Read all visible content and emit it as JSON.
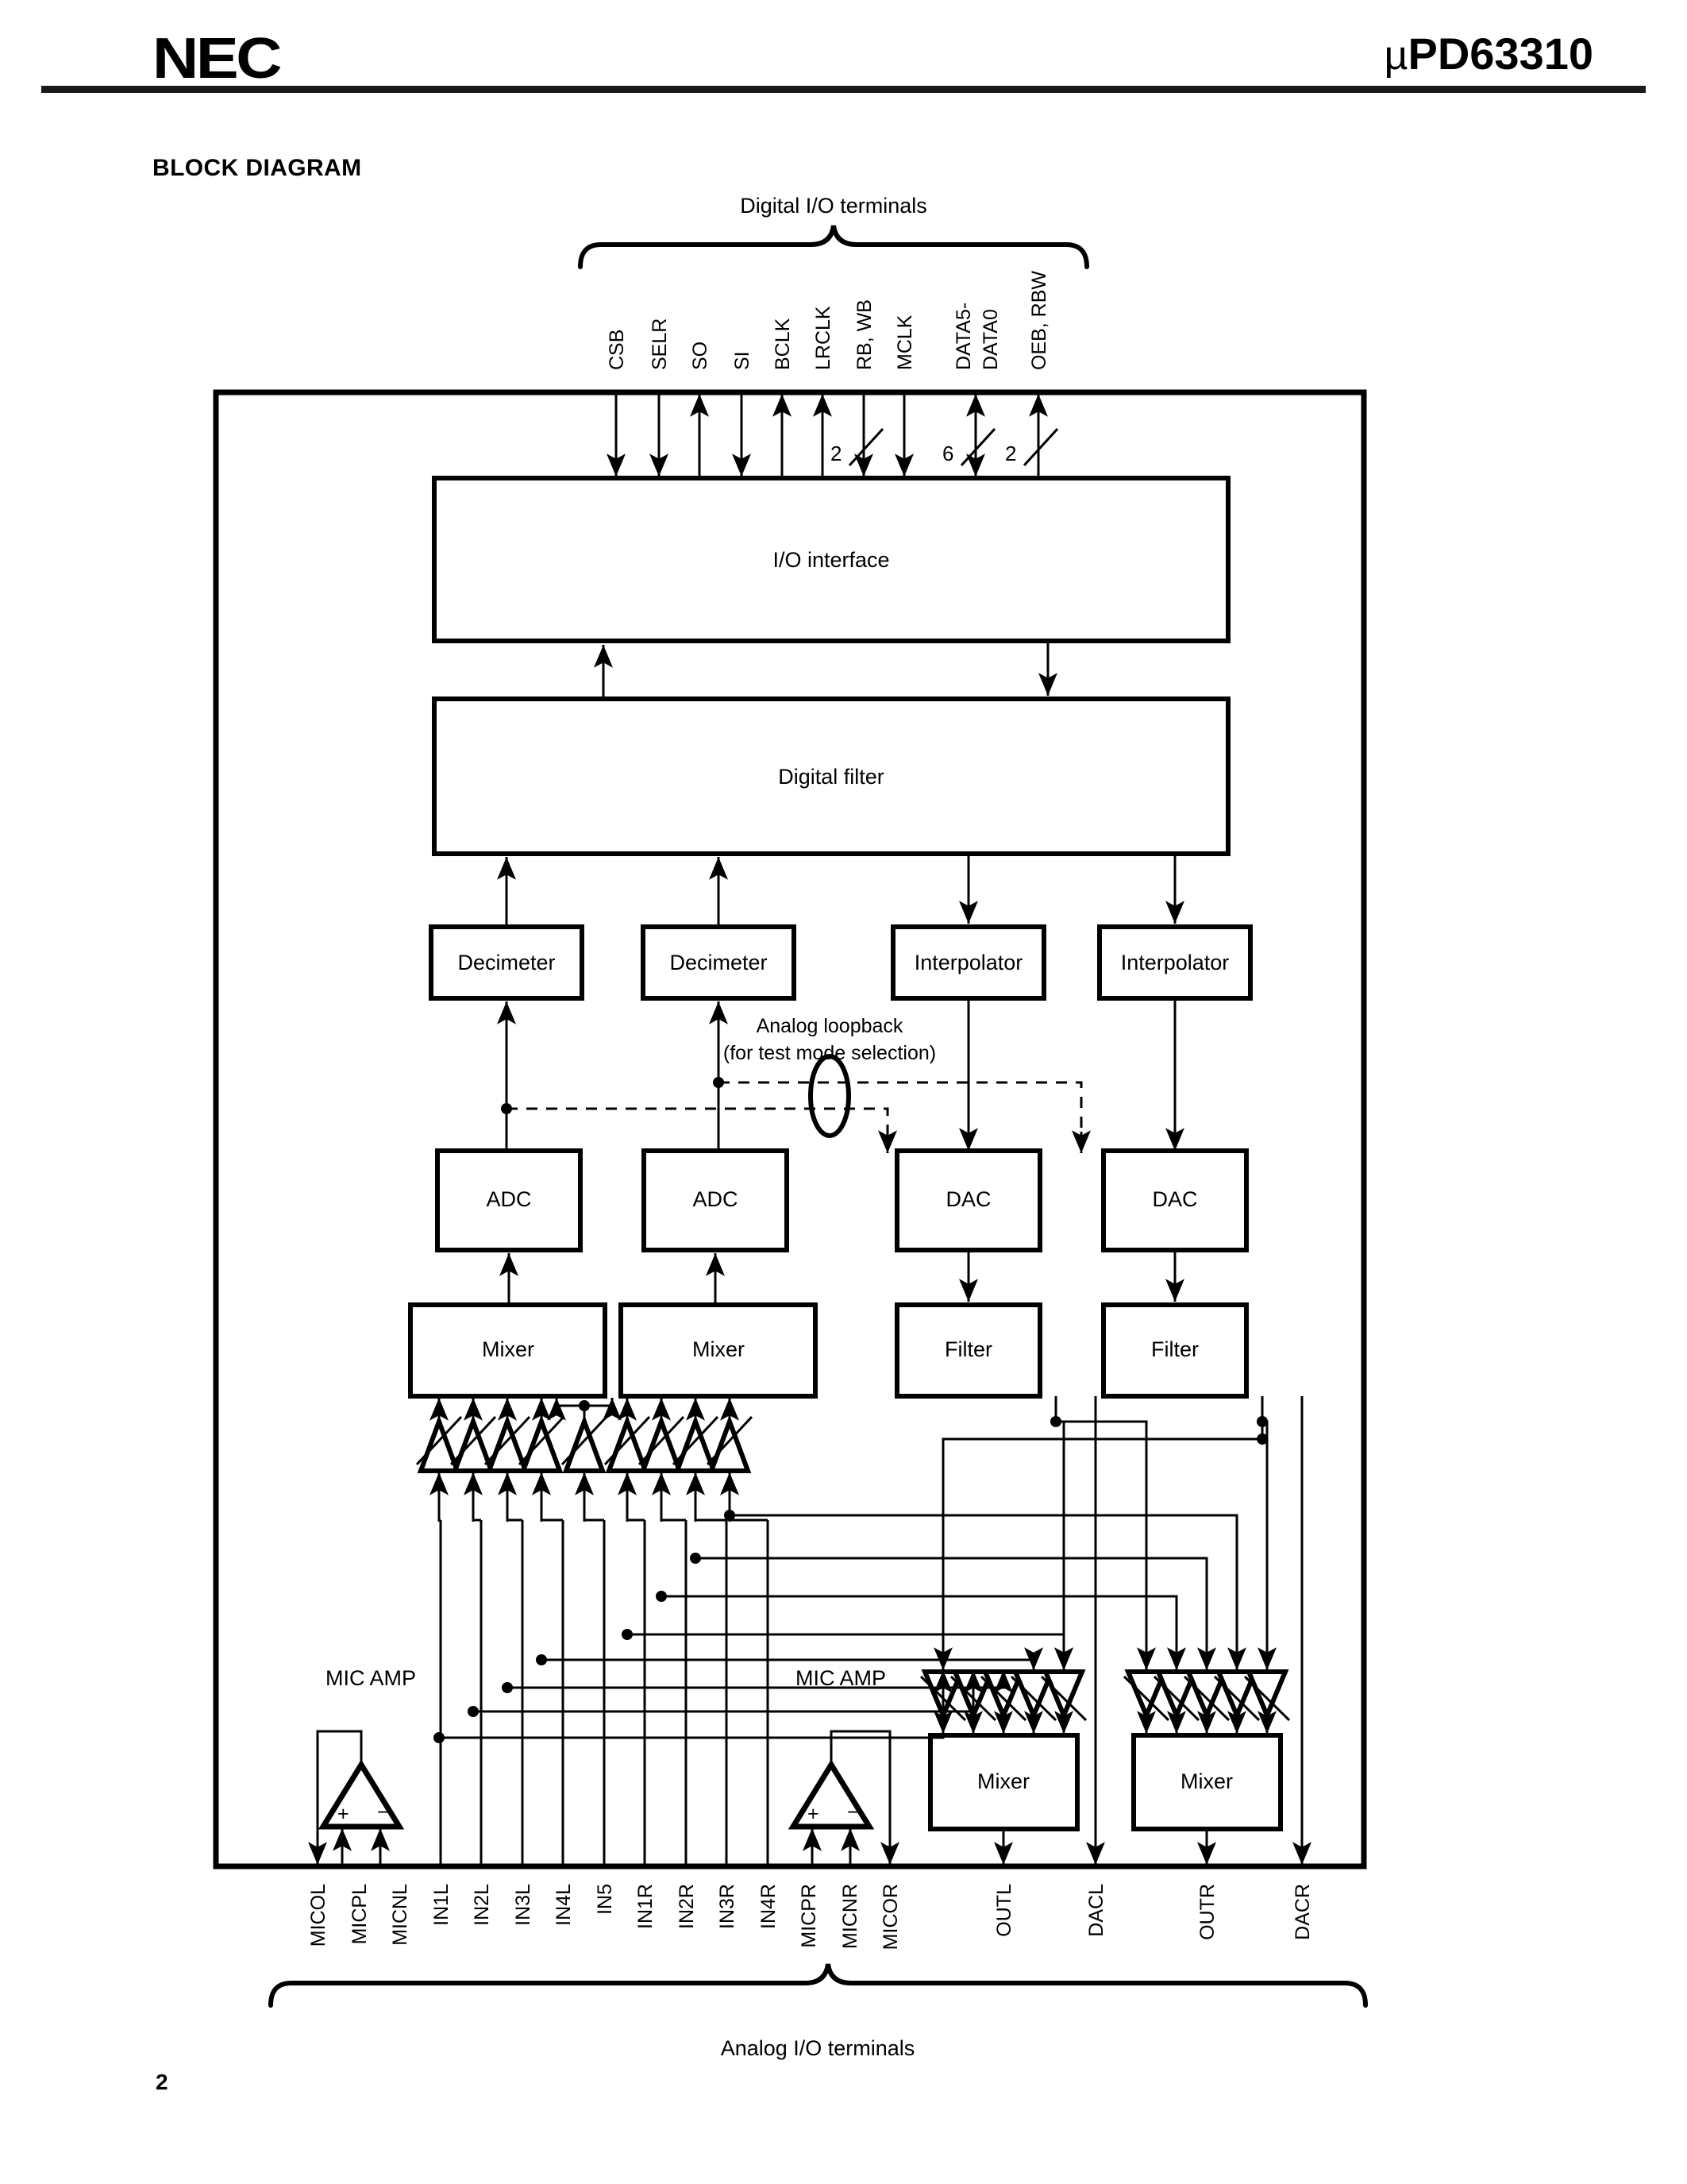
{
  "header": {
    "brand": "NEC",
    "part_number": "PD63310",
    "part_number_prefix": "µ",
    "section_title": "BLOCK DIAGRAM",
    "page_number": "2"
  },
  "captions": {
    "digital_terminals": "Digital I/O terminals",
    "analog_terminals": "Analog I/O terminals",
    "loopback_line1": "Analog loopback",
    "loopback_line2": "(for test mode selection)",
    "mic_amp_left": "MIC AMP",
    "mic_amp_right": "MIC AMP",
    "mic_plus": "+",
    "mic_minus": "−"
  },
  "digital_pins": [
    {
      "name": "CSB",
      "dir": "in",
      "bus": ""
    },
    {
      "name": "SELR",
      "dir": "in",
      "bus": ""
    },
    {
      "name": "SO",
      "dir": "out",
      "bus": ""
    },
    {
      "name": "SI",
      "dir": "in",
      "bus": ""
    },
    {
      "name": "BCLK",
      "dir": "out",
      "bus": ""
    },
    {
      "name": "LRCLK",
      "dir": "out",
      "bus": ""
    },
    {
      "name": "RB, WB",
      "dir": "in",
      "bus": "2"
    },
    {
      "name": "MCLK",
      "dir": "in",
      "bus": ""
    },
    {
      "name": "DATA5-\nDATA0",
      "dir": "bidi",
      "bus": "6"
    },
    {
      "name": "OEB, RBW",
      "dir": "out",
      "bus": "2"
    }
  ],
  "analog_pins": [
    {
      "name": "MICOL",
      "dir": "out"
    },
    {
      "name": "MICPL",
      "dir": "in"
    },
    {
      "name": "MICNL",
      "dir": "in"
    },
    {
      "name": "IN1L",
      "dir": "in"
    },
    {
      "name": "IN2L",
      "dir": "in"
    },
    {
      "name": "IN3L",
      "dir": "in"
    },
    {
      "name": "IN4L",
      "dir": "in"
    },
    {
      "name": "IN5",
      "dir": "in"
    },
    {
      "name": "IN1R",
      "dir": "in"
    },
    {
      "name": "IN2R",
      "dir": "in"
    },
    {
      "name": "IN3R",
      "dir": "in"
    },
    {
      "name": "IN4R",
      "dir": "in"
    },
    {
      "name": "MICPR",
      "dir": "in"
    },
    {
      "name": "MICNR",
      "dir": "in"
    },
    {
      "name": "MICOR",
      "dir": "out"
    },
    {
      "name": "OUTL",
      "dir": "out"
    },
    {
      "name": "DACL",
      "dir": "out"
    },
    {
      "name": "OUTR",
      "dir": "out"
    },
    {
      "name": "DACR",
      "dir": "out"
    }
  ],
  "blocks": {
    "io_interface": "I/O interface",
    "digital_filter": "Digital filter",
    "decimeter_1": "Decimeter",
    "decimeter_2": "Decimeter",
    "interpolator_1": "Interpolator",
    "interpolator_2": "Interpolator",
    "adc_1": "ADC",
    "adc_2": "ADC",
    "dac_1": "DAC",
    "dac_2": "DAC",
    "mixer_in_1": "Mixer",
    "mixer_in_2": "Mixer",
    "filter_1": "Filter",
    "filter_2": "Filter",
    "mixer_out_1": "Mixer",
    "mixer_out_2": "Mixer"
  },
  "colors": {
    "ink": "#000000",
    "paper": "#ffffff",
    "rule": "#1a1a1a"
  }
}
